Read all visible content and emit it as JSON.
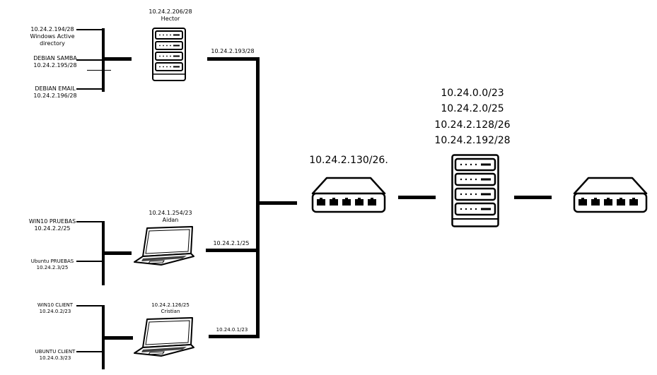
{
  "diagram": {
    "groups": [
      {
        "id": "hector",
        "host": {
          "type": "server",
          "ip": "10.24.2.206/28",
          "name": "Hector"
        },
        "gateway_label": "10.24.2.193/28",
        "clients": [
          {
            "label_lines": [
              "10.24.2.194/28",
              "Windows Active",
              "directory"
            ]
          },
          {
            "label_lines": [
              "DEBIAN SAMBA",
              "10.24.2.195/28"
            ]
          },
          {
            "label_lines": [
              "DEBIAN EMAIL",
              "10.24.2.196/28"
            ]
          }
        ]
      },
      {
        "id": "aidan",
        "host": {
          "type": "laptop",
          "ip": "10.24.1.254/23",
          "name": "Aidan"
        },
        "gateway_label": "10.24.2.1/25",
        "clients": [
          {
            "label_lines": [
              "WIN10 PRUEBAS",
              "10.24.2.2/25"
            ]
          },
          {
            "label_lines": [
              "Ubuntu PRUEBAS",
              "10.24.2.3/25"
            ]
          }
        ]
      },
      {
        "id": "cristian",
        "host": {
          "type": "laptop",
          "ip": "10.24.2.126/25",
          "name": "Cristian"
        },
        "gateway_label": "10.24.0.1/23",
        "clients": [
          {
            "label_lines": [
              "WIN10 CLIENT",
              "10.24.0.2/23"
            ]
          },
          {
            "label_lines": [
              "UBUNTU CLIENT",
              "10.24.0.3/23"
            ]
          }
        ]
      }
    ],
    "core_switch": {
      "type": "switch",
      "label": "10.24.2.130/26."
    },
    "router": {
      "type": "server",
      "routes": [
        "10.24.0.0/23",
        "10.24.2.0/25",
        "10.24.2.128/26",
        "10.24.2.192/28"
      ]
    },
    "edge_switch": {
      "type": "switch"
    }
  }
}
